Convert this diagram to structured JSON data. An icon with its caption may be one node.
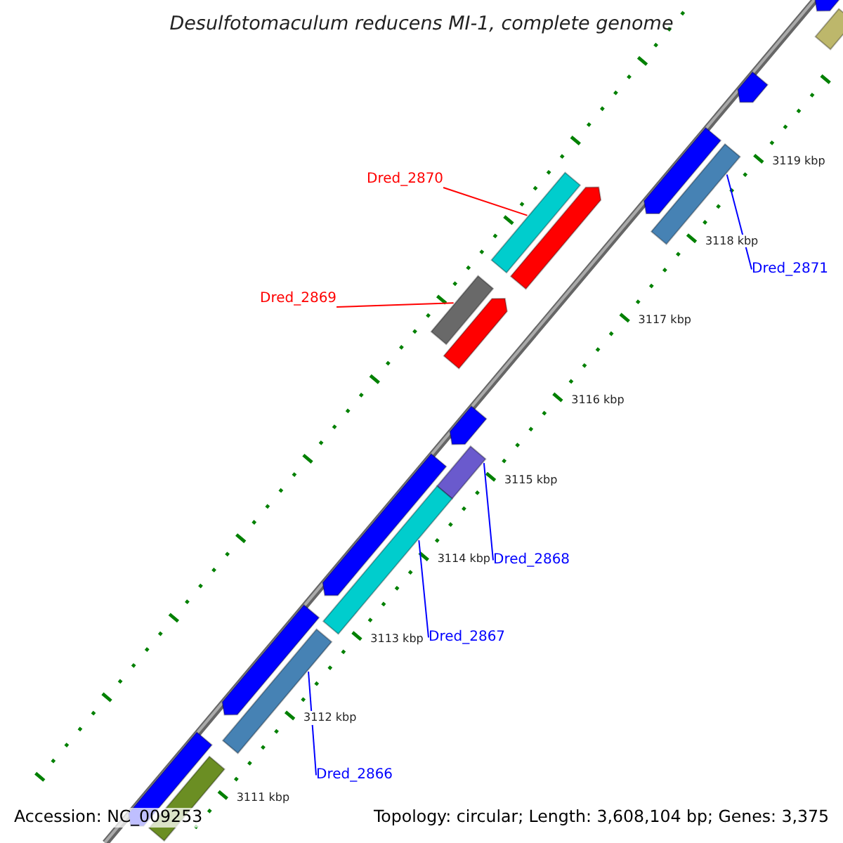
{
  "diagram": {
    "title": "Desulfotomaculum reducens MI-1, complete genome",
    "nodes": [
      {
        "text": [
          "Dred_2870"
        ]
      },
      {
        "text": [
          "Dred_2871"
        ]
      },
      {
        "text": [
          "Dred_2869"
        ]
      },
      {
        "text": [
          "Dred_2868"
        ]
      },
      {
        "text": [
          "Dred_2867"
        ]
      },
      {
        "text": [
          "Dred_2866"
        ]
      },
      {
        "text": [],
        "shape": "arrow"
      },
      {
        "text": [],
        "shape": "bar"
      },
      {
        "text": [],
        "shape": "arrow"
      },
      {
        "text": [],
        "shape": "arrow"
      },
      {
        "text": [],
        "shape": "bar"
      },
      {
        "text": [],
        "shape": "bar"
      },
      {
        "text": [],
        "shape": "arrow"
      },
      {
        "text": [],
        "shape": "bar"
      },
      {
        "text": [],
        "shape": "arrow"
      },
      {
        "text": [],
        "shape": "arrow"
      },
      {
        "text": [],
        "shape": "bar"
      },
      {
        "text": [],
        "shape": "arrow"
      },
      {
        "text": [],
        "shape": "bar"
      },
      {
        "text": [],
        "shape": "arrow"
      },
      {
        "text": [],
        "shape": "bar"
      },
      {
        "text": [],
        "shape": "arrow"
      },
      {
        "text": [],
        "shape": "bar"
      }
    ],
    "edges": [
      {
        "from": 0,
        "to": 11,
        "arrow": "none",
        "color": "#ff0000"
      },
      {
        "from": 1,
        "to": 10,
        "arrow": "none"
      },
      {
        "from": 2,
        "to": 13,
        "arrow": "none",
        "color": "#ff0000"
      },
      {
        "from": 3,
        "to": 16,
        "arrow": "none"
      },
      {
        "from": 4,
        "to": 18,
        "arrow": "none"
      },
      {
        "from": 5,
        "to": 20,
        "arrow": "none"
      }
    ],
    "labels": [
      "3119 kbp",
      "3118 kbp",
      "3117 kbp",
      "3116 kbp",
      "3115 kbp",
      "3114 kbp",
      "3113 kbp",
      "3112 kbp",
      "3111 kbp",
      "Accession: NC_009253",
      "Topology: circular; Length: 3,608,104 bp; Genes: 3,375"
    ]
  }
}
